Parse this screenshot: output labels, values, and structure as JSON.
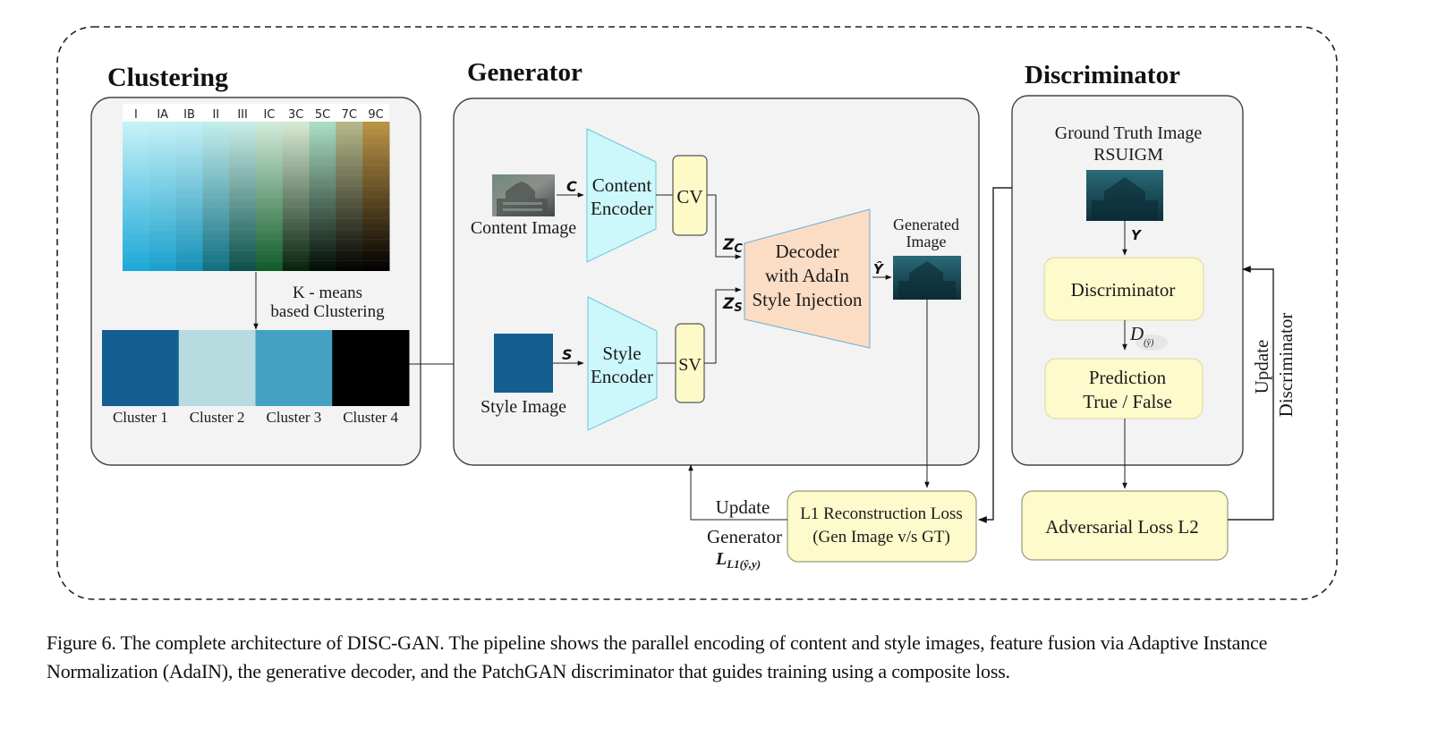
{
  "sections": {
    "clustering": "Clustering",
    "generator": "Generator",
    "discriminator": "Discriminator"
  },
  "clustering": {
    "swatch_columns": [
      "I",
      "IA",
      "IB",
      "II",
      "III",
      "IC",
      "3C",
      "5C",
      "7C",
      "9C"
    ],
    "swatch_top_colors": [
      "#c6f1f7",
      "#c3f0f6",
      "#c2eff5",
      "#c0eceb",
      "#c8ebe5",
      "#cfe9d8",
      "#d4e7cf",
      "#a9dcc2",
      "#b4b688",
      "#b99245"
    ],
    "swatch_bottom_colors": [
      "#1aa8d8",
      "#18a0cc",
      "#1490b8",
      "#0f6f82",
      "#0b4f4a",
      "#0f5a26",
      "#06230c",
      "#020c04",
      "#010201",
      "#000000"
    ],
    "method_label_line1": "K - means",
    "method_label_line2": "based Clustering",
    "clusters": [
      {
        "label": "Cluster 1",
        "color": "#155e91"
      },
      {
        "label": "Cluster 2",
        "color": "#b7dbdf"
      },
      {
        "label": "Cluster 3",
        "color": "#45a0c2"
      },
      {
        "label": "Cluster 4",
        "color": "#000000"
      }
    ]
  },
  "generator": {
    "content_image_label": "Content Image",
    "content_symbol": "C",
    "content_encoder_line1": "Content",
    "content_encoder_line2": "Encoder",
    "cv_label": "CV",
    "zc_label": "Z",
    "zc_sub": "C",
    "style_image_label": "Style Image",
    "style_symbol": "S",
    "style_image_color": "#155e91",
    "style_encoder_line1": "Style",
    "style_encoder_line2": "Encoder",
    "sv_label": "SV",
    "zs_label": "Z",
    "zs_sub": "S",
    "decoder_line1": "Decoder",
    "decoder_line2": "with AdaIn",
    "decoder_line3": "Style Injection",
    "yhat_symbol": "Ŷ",
    "generated_label_line1": "Generated",
    "generated_label_line2": "Image"
  },
  "discriminator": {
    "gt_label_line1": "Ground Truth Image",
    "gt_label_line2": "RSUIGM",
    "y_symbol": "Y",
    "disc_box": "Discriminator",
    "d_symbol": "D",
    "d_sub": "(ŷ)",
    "pred_line1": "Prediction",
    "pred_line2": "True / False"
  },
  "losses": {
    "l1_line1": "L1 Reconstruction Loss",
    "l1_line2": "(Gen Image v/s GT)",
    "adv": "Adversarial Loss L2",
    "update_gen_line1": "Update",
    "update_gen_line2": "Generator",
    "l1_symbol": "L",
    "l1_sub": "L1(ŷ,y)",
    "update_disc_line1": "Update",
    "update_disc_line2": "Discriminator"
  },
  "colors": {
    "panel_fill": "#f3f3f3",
    "encoder_fill": "#ccf7fb",
    "decoder_fill": "#fbdcc5",
    "vector_fill": "#fdfac8",
    "box_fill": "#fdfacb"
  },
  "caption": "Figure 6. The complete architecture of DISC-GAN. The pipeline shows the parallel encoding of content and style images, feature fusion via Adaptive Instance Normalization (AdaIN), the generative decoder, and the PatchGAN discriminator that guides training using a composite loss."
}
